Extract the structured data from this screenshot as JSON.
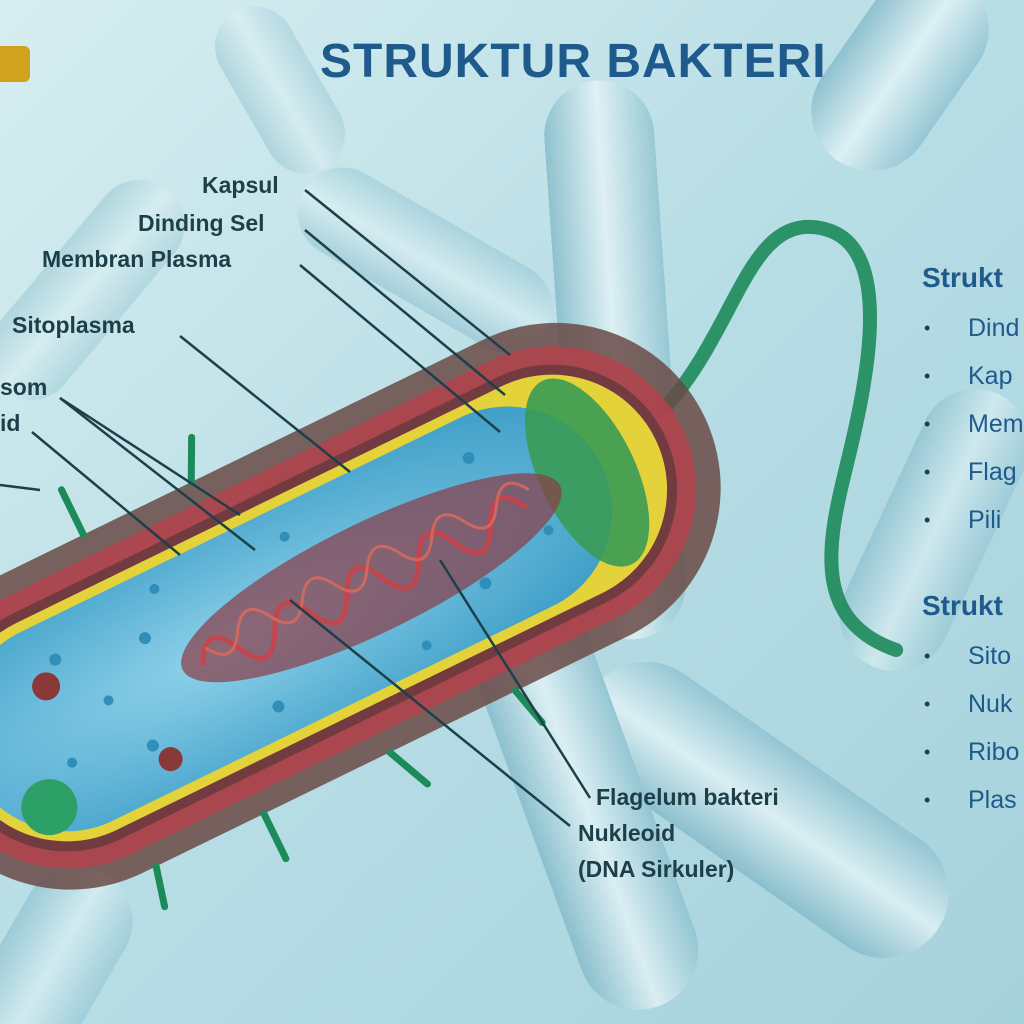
{
  "title": "STRUKTUR BAKTERI",
  "labels": {
    "kapsul": "Kapsul",
    "dinding_sel": "Dinding Sel",
    "membran_plasma": "Membran Plasma",
    "sitoplasma": "Sitoplasma",
    "ribosom_partial": "som",
    "plasmid_partial": "id",
    "flagelum": "Flagelum bakteri",
    "nukleoid": "Nukleoid",
    "nukleoid_sub": "(DNA Sirkuler)"
  },
  "panel_top": {
    "heading": "Strukt",
    "items": [
      "Dind",
      "Kap",
      "Mem",
      "Flag",
      "Pili"
    ]
  },
  "panel_bottom": {
    "heading": "Strukt",
    "items": [
      "Sito",
      "Nuk",
      "Ribo",
      "Plas"
    ]
  },
  "colors": {
    "title": "#1f5a8c",
    "capsule": "#6a4a46",
    "wall": "#b0454c",
    "membrane": "#e3d23a",
    "cytoplasm": "#5bb8d8",
    "flagellum": "#1d8a5a",
    "nucleoid": "#b03a3a"
  }
}
